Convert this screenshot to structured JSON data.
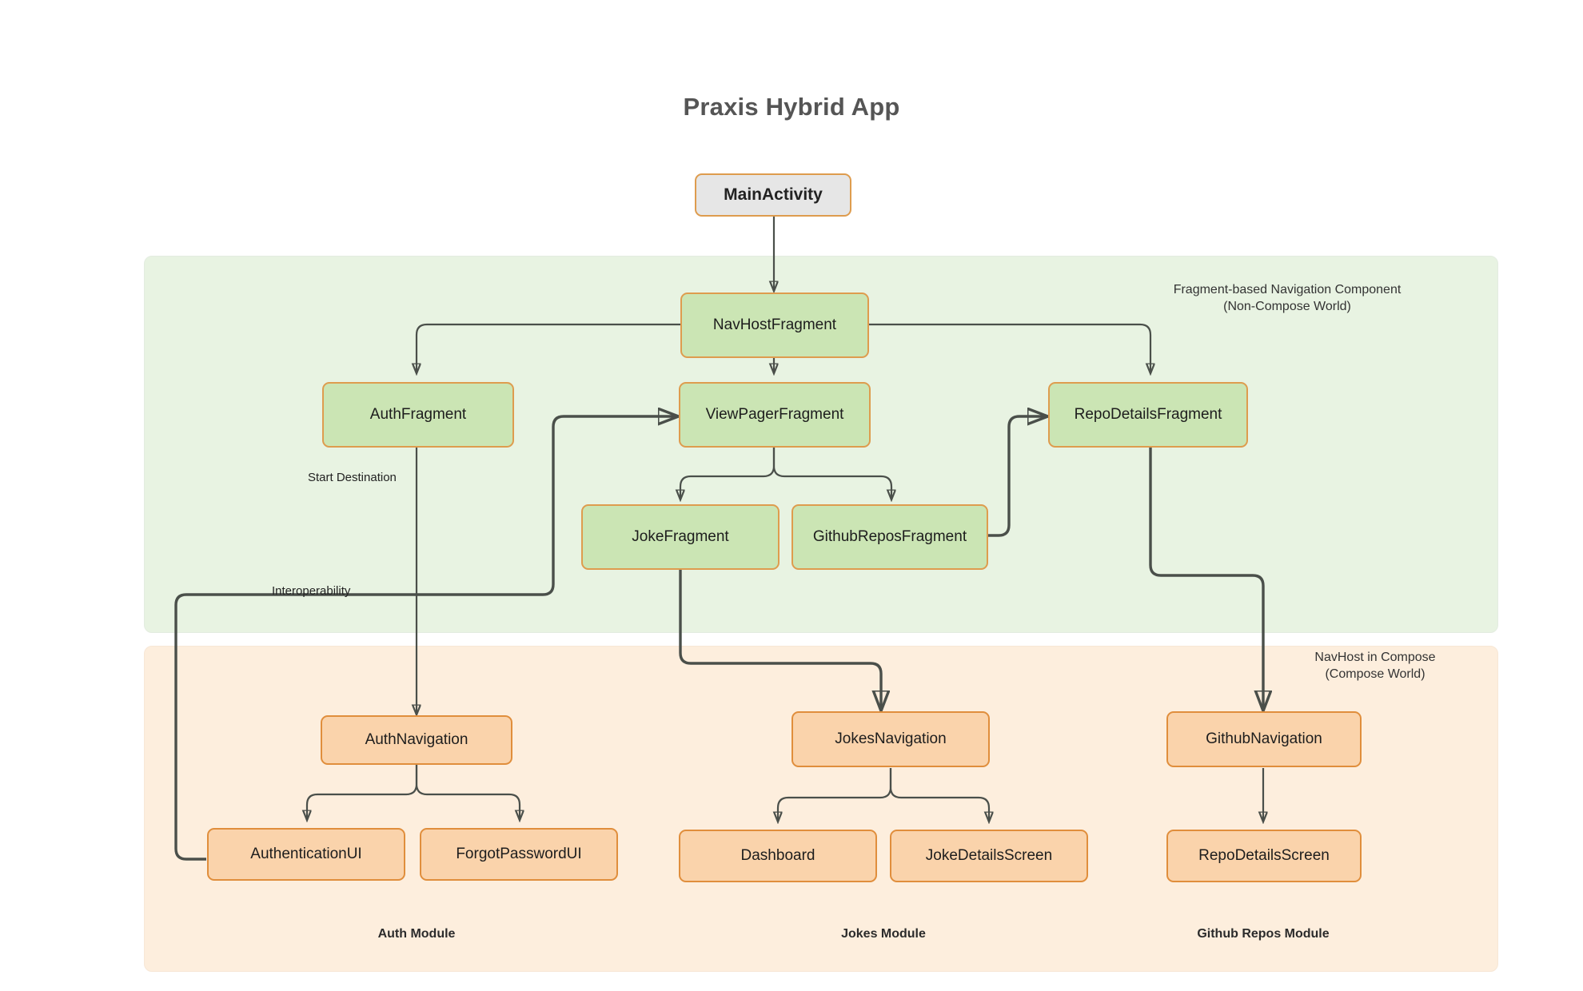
{
  "diagram": {
    "title": "Praxis Hybrid App",
    "root_node": {
      "label": "MainActivity"
    },
    "clusters": [
      {
        "id": "fragment-world",
        "label": "Fragment-based  Navigation Component\n(Non-Compose World)",
        "theme": "green"
      },
      {
        "id": "compose-world",
        "label": "NavHost in Compose\n(Compose World)",
        "theme": "orange"
      }
    ],
    "fragment_nodes": [
      {
        "id": "nav-host-fragment",
        "label": "NavHostFragment"
      },
      {
        "id": "auth-fragment",
        "label": "AuthFragment"
      },
      {
        "id": "view-pager-fragment",
        "label": "ViewPagerFragment"
      },
      {
        "id": "repo-details-fragment",
        "label": "RepoDetailsFragment"
      },
      {
        "id": "joke-fragment",
        "label": "JokeFragment"
      },
      {
        "id": "github-repos-fragment",
        "label": "GithubReposFragment"
      }
    ],
    "compose_nodes": [
      {
        "id": "auth-navigation",
        "label": "AuthNavigation"
      },
      {
        "id": "authentication-ui",
        "label": "AuthenticationUI"
      },
      {
        "id": "forgot-password-ui",
        "label": "ForgotPasswordUI"
      },
      {
        "id": "jokes-navigation",
        "label": "JokesNavigation"
      },
      {
        "id": "dashboard",
        "label": "Dashboard"
      },
      {
        "id": "joke-details-screen",
        "label": "JokeDetailsScreen"
      },
      {
        "id": "github-navigation",
        "label": "GithubNavigation"
      },
      {
        "id": "repo-details-screen",
        "label": "RepoDetailsScreen"
      }
    ],
    "edge_labels": [
      {
        "id": "start-destination",
        "label": "Start Destination"
      },
      {
        "id": "interoperability",
        "label": "Interoperability"
      }
    ],
    "module_captions": [
      {
        "id": "auth-module",
        "label": "Auth Module"
      },
      {
        "id": "jokes-module",
        "label": "Jokes Module"
      },
      {
        "id": "github-repos-module",
        "label": "Github Repos Module"
      }
    ],
    "colors": {
      "title_text": "#555555",
      "green_cluster_bg": "#e8f3e2",
      "orange_cluster_bg": "#fdeedd",
      "green_node_bg": "#cbe5b4",
      "orange_node_bg": "#fad3ab",
      "grey_node_bg": "#e6e6e6",
      "node_border": "#de9c4e",
      "orange_node_border": "#e08e3c",
      "edge_stroke": "#4a4f4a"
    }
  }
}
